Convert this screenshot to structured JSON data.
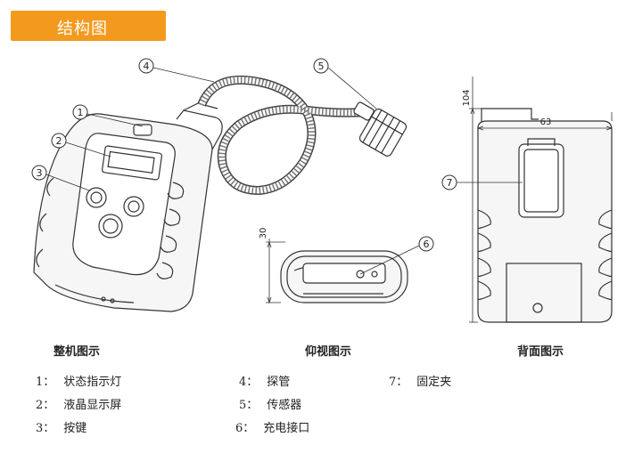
{
  "header": {
    "title": "结构图"
  },
  "callouts": [
    "1",
    "2",
    "3",
    "4",
    "5",
    "6",
    "7"
  ],
  "dimensions": {
    "height_back": "104",
    "width_back": "63",
    "depth_bottom": "30"
  },
  "captions": {
    "front": "整机图示",
    "bottom": "仰视图示",
    "back": "背面图示"
  },
  "legend": [
    {
      "num": "1：",
      "label": "状态指示灯"
    },
    {
      "num": "2：",
      "label": "液晶显示屏"
    },
    {
      "num": "3：",
      "label": "按键"
    },
    {
      "num": "4：",
      "label": "探管"
    },
    {
      "num": "5：",
      "label": "传感器"
    },
    {
      "num": "6：",
      "label": "充电接口"
    },
    {
      "num": "7：",
      "label": "固定夹"
    }
  ],
  "colors": {
    "accent": "#f39a1e",
    "line": "#333333"
  }
}
